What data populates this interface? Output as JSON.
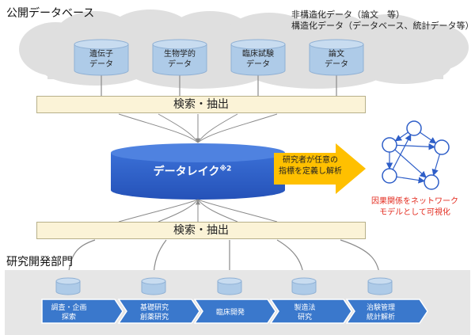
{
  "title_top": "公開データベース",
  "notes": [
    "非構造化データ（論文　等）",
    "構造化データ（データベース、統計データ等）"
  ],
  "public_dbs": [
    [
      "遺伝子",
      "データ"
    ],
    [
      "生物学的",
      "データ"
    ],
    [
      "臨床試験",
      "データ"
    ],
    [
      "論文",
      "データ"
    ]
  ],
  "search_label_top": "検索・抽出",
  "lake_label": "データレイク",
  "lake_footnote": "※2",
  "arrow_label": [
    "研究者が任意の",
    "指標を定義し解析"
  ],
  "network_caption": [
    "因果関係をネットワーク",
    "モデルとして可視化"
  ],
  "search_label_bottom": "検索・抽出",
  "title_bottom": "研究開発部門",
  "departments": [
    [
      "調査・企画",
      "探索"
    ],
    [
      "基礎研究",
      "創薬研究"
    ],
    [
      "臨床開発"
    ],
    [
      "製造法",
      "研究"
    ],
    [
      "治験管理",
      "統計解析"
    ]
  ],
  "colors": {
    "cloud": "#dfdfdf",
    "cylinder": "#aecbe8",
    "lake": "#2e5ec8",
    "arrow": "#ffc000",
    "bar": "#fbf3d7",
    "chevron": "#3a78cc",
    "network_red": "#e32b1f",
    "panel": "#e6e6e6"
  },
  "icons": [
    "network-graph-icon",
    "database-cylinder-icon"
  ]
}
